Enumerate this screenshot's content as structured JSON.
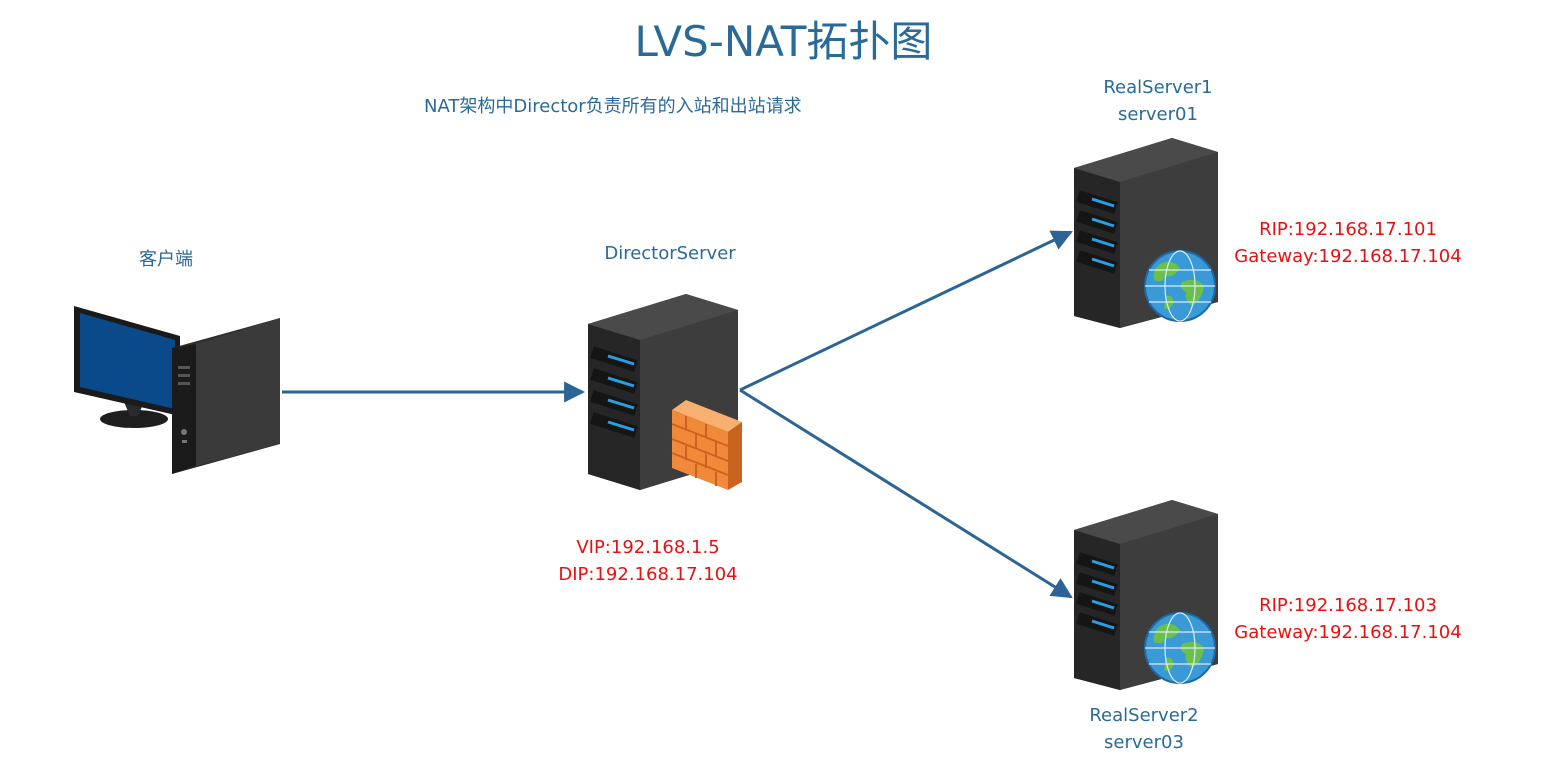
{
  "title": "LVS-NAT拓扑图",
  "subtitle": "NAT架构中Director负责所有的入站和出站请求",
  "colors": {
    "title_blue": "#2a6a98",
    "edge_blue": "#2c6496",
    "address_red": "#e81010",
    "server_body": "#3a3a3a",
    "monitor_screen": "#0a4a8a",
    "led_blue": "#2aa0e0",
    "firewall_orange": "#f08a3a",
    "globe_blue": "#3a9ad8",
    "globe_green": "#6ac04a"
  },
  "nodes": {
    "client": {
      "label": "客户端",
      "icon": "desktop-computer-icon"
    },
    "director": {
      "label": "DirectorServer",
      "icon": "server-firewall-icon",
      "vip": "VIP:192.168.1.5",
      "dip": "DIP:192.168.17.104"
    },
    "real1": {
      "label_line1": "RealServer1",
      "label_line2": "server01",
      "icon": "server-globe-icon",
      "rip": "RIP:192.168.17.101",
      "gateway": "Gateway:192.168.17.104"
    },
    "real2": {
      "label_line1": "RealServer2",
      "label_line2": "server03",
      "icon": "server-globe-icon",
      "rip": "RIP:192.168.17.103",
      "gateway": "Gateway:192.168.17.104"
    }
  },
  "edges": [
    {
      "from": "client",
      "to": "director"
    },
    {
      "from": "director",
      "to": "real1"
    },
    {
      "from": "director",
      "to": "real2"
    }
  ]
}
